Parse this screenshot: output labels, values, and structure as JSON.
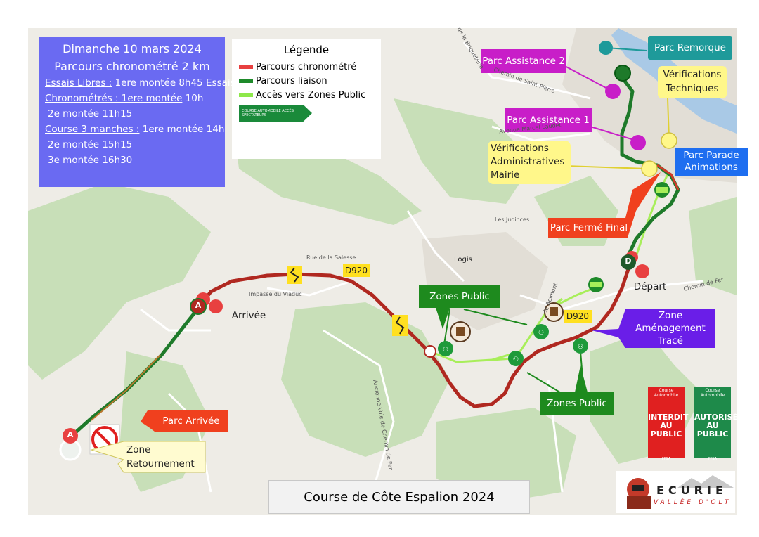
{
  "info": {
    "date": "Dimanche 10 mars 2024",
    "parcours": "Parcours chronométré 2 km",
    "essais_label": "Essais Libres :",
    "essais_value": " 1ere montée 8h45  Essais",
    "chrono_label": "Chronométrés : 1ere montée",
    "chrono_value": " 10h",
    "chrono_2": "2e montée 11h15",
    "course_label": "Course 3 manches :",
    "course_value": " 1ere montée 14h",
    "course_2": "2e montée 15h15",
    "course_3": "3e montée 16h30"
  },
  "legend": {
    "title": "Légende",
    "items": [
      {
        "label": "Parcours chronométré",
        "color": "#e84040"
      },
      {
        "label": "Parcours liaison",
        "color": "#1e8a2a"
      },
      {
        "label": "Accès vers Zones Public",
        "color": "#8ee84a"
      }
    ],
    "sign_text": "COURSE AUTOMOBILE ACCÈS SPECTATEURS"
  },
  "labels": {
    "parc_remorque": "Parc Remorque",
    "parc_assistance_2": "Parc Assistance 2",
    "parc_assistance_1": "Parc Assistance 1",
    "verif_tech": "Vérifications Techniques",
    "verif_admin": "Vérifications Administratives Mairie",
    "parc_parade": "Parc Parade Animations",
    "parc_ferme": "Parc Fermé Final",
    "zones_public_top": "Zones Public",
    "zones_public_bottom": "Zones Public",
    "zone_amenagement": "Zone Aménagement Tracé",
    "parc_arrivee": "Parc Arrivée",
    "zone_retournement": "Zone Retournement",
    "depart": "Départ",
    "arrivee": "Arrivée",
    "d920_a": "D920",
    "d920_b": "D920",
    "marker_a": "A",
    "marker_d": "D"
  },
  "map_text": {
    "logis": "Logis",
    "juoinces": "Les Juoinces",
    "salesse": "Rue de la Salesse",
    "impasse": "Impasse du Viaduc",
    "marcel": "Avenue Marcel Laudet",
    "briqueterie": "de la Briqueterie",
    "saint_pierre": "Chemin de Saint-Pierre",
    "chemin_fer_1": "Ancienne Voie de Chemin de Fer",
    "chemin_fer_2": "Chemin de Fer",
    "belmont": "de Belmont"
  },
  "panels": {
    "interdit_head": "Course Automobile",
    "interdit_body": "INTERDIT AU PUBLIC",
    "autorise_head": "Course Automobile",
    "autorise_body": "AUTORISÉ AU PUBLIC",
    "ffsa": "FFSA"
  },
  "title": "Course de Côte Espalion 2024",
  "logo": {
    "word": "ECURIE",
    "sub": "VALLÉE D'OLT"
  },
  "colors": {
    "red_route": "#c0281e",
    "green_route": "#1e7a2a",
    "light_green": "#a8ee5a",
    "info_bg": "#6a6af2",
    "magenta": "#c81ec8",
    "yellow": "#fff78a",
    "blue": "#1e6ef0",
    "orange_red": "#f0401e",
    "purple": "#6a1ee8",
    "teal": "#1e9a9a",
    "green_label": "#1e8a1e"
  }
}
